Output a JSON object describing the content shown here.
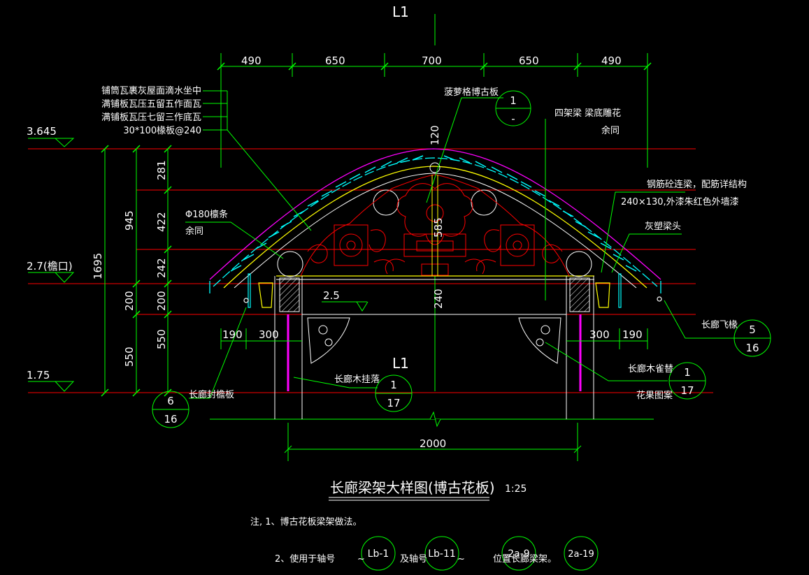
{
  "axis_labels": {
    "top": "L1",
    "middle": "L1"
  },
  "top_dims": [
    "490",
    "650",
    "700",
    "650",
    "490"
  ],
  "left_annotations": [
    "铺筒瓦裹灰屋面滴水坐中",
    "满铺板瓦压五留五作面瓦",
    "满铺板瓦压七留三作底瓦",
    "30*100椽板@240"
  ],
  "levels": {
    "ridge": "3.645",
    "eave": "2.7(檐口)",
    "base": "1.75"
  },
  "left_dims": {
    "outer": "1695",
    "mid_upper": "945",
    "mid_lower1": "200",
    "mid_lower2": "550",
    "inner1": "281",
    "inner2": "422",
    "inner3": "242",
    "inner4": "200",
    "inner5": "550"
  },
  "center_dims": {
    "top": "120",
    "mid": "585",
    "bottom": "240"
  },
  "labels": {
    "boguban": "菠萝格博古板",
    "sijialiang": "四架梁 梁底雕花",
    "yutong1": "余同",
    "purlin": "Φ180檩条",
    "yutong2": "余同",
    "gangjin1": "钢筋砼连梁，配筋详结构",
    "gangjin2": "240×130,外漆朱红色外墙漆",
    "huisu": "灰塑梁头",
    "feichuan": "长廊飞椽",
    "fengyan": "长廊封檐板",
    "guaxuo": "长廊木挂落",
    "queti": "长廊木雀替",
    "huaguo": "花果图案",
    "dim25": "2.5"
  },
  "side_dims": {
    "left_a": "190",
    "left_b": "300",
    "right_a": "300",
    "right_b": "190",
    "bottom": "2000"
  },
  "refs": {
    "r1": {
      "top": "1",
      "bottom": "-"
    },
    "r2": {
      "top": "5",
      "bottom": "16"
    },
    "r3": {
      "top": "6",
      "bottom": "16"
    },
    "r4": {
      "top": "1",
      "bottom": "17"
    },
    "r5": {
      "top": "1",
      "bottom": "17"
    }
  },
  "title": "长廊梁架大样图(博古花板)",
  "scale": "1:25",
  "notes": {
    "n1": "注, 1、博古花板梁架做法。",
    "n2a": "2、使用于轴号",
    "n2b": "及轴号",
    "n2c": "位置长廊梁架。",
    "tilde1": "~",
    "tilde2": "~"
  },
  "axis_bubbles": [
    "Lb-1",
    "Lb-11",
    "2a-9",
    "2a-19"
  ],
  "colors": {
    "bg": "#000000",
    "green": "#00ff00",
    "red": "#ff0000",
    "yellow": "#ffff00",
    "cyan": "#00ffff",
    "magenta": "#ff00ff",
    "white": "#ffffff"
  }
}
